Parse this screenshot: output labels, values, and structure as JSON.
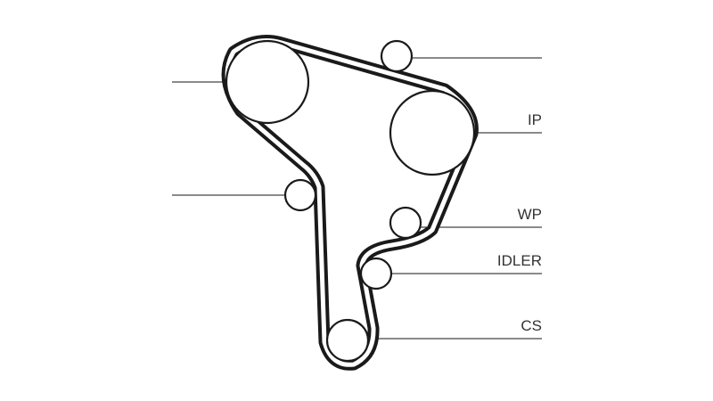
{
  "labels": {
    "ip": "IP",
    "wp": "WP",
    "idler": "IDLER",
    "cs": "CS"
  },
  "colors": {
    "belt": "#1a1a1a",
    "lines": "#444444",
    "text": "#333333",
    "background": "#ffffff"
  }
}
